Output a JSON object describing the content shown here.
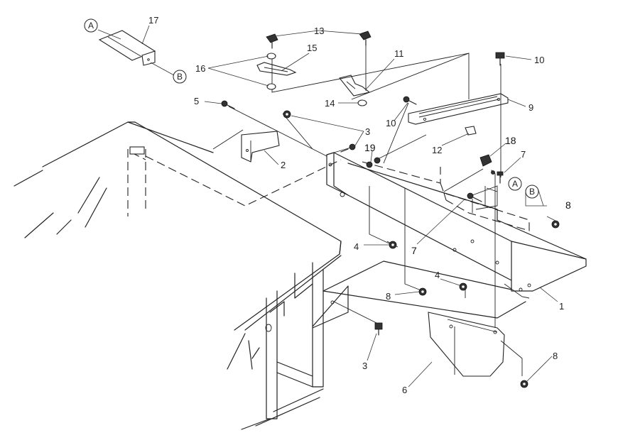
{
  "callouts": {
    "c1": "1",
    "c2": "2",
    "c3a": "3",
    "c3b": "3",
    "c4a": "4",
    "c4b": "4",
    "c5": "5",
    "c6": "6",
    "c7a": "7",
    "c7b": "7",
    "c8a": "8",
    "c8b": "8",
    "c8c": "8",
    "c9": "9",
    "c10a": "10",
    "c10b": "10",
    "c11": "11",
    "c12": "12",
    "c13": "13",
    "c14": "14",
    "c15": "15",
    "c16": "16",
    "c17": "17",
    "c18": "18",
    "c19": "19"
  },
  "markers": {
    "a_top": "A",
    "b_top": "B",
    "a_right": "A",
    "b_right": "B"
  }
}
